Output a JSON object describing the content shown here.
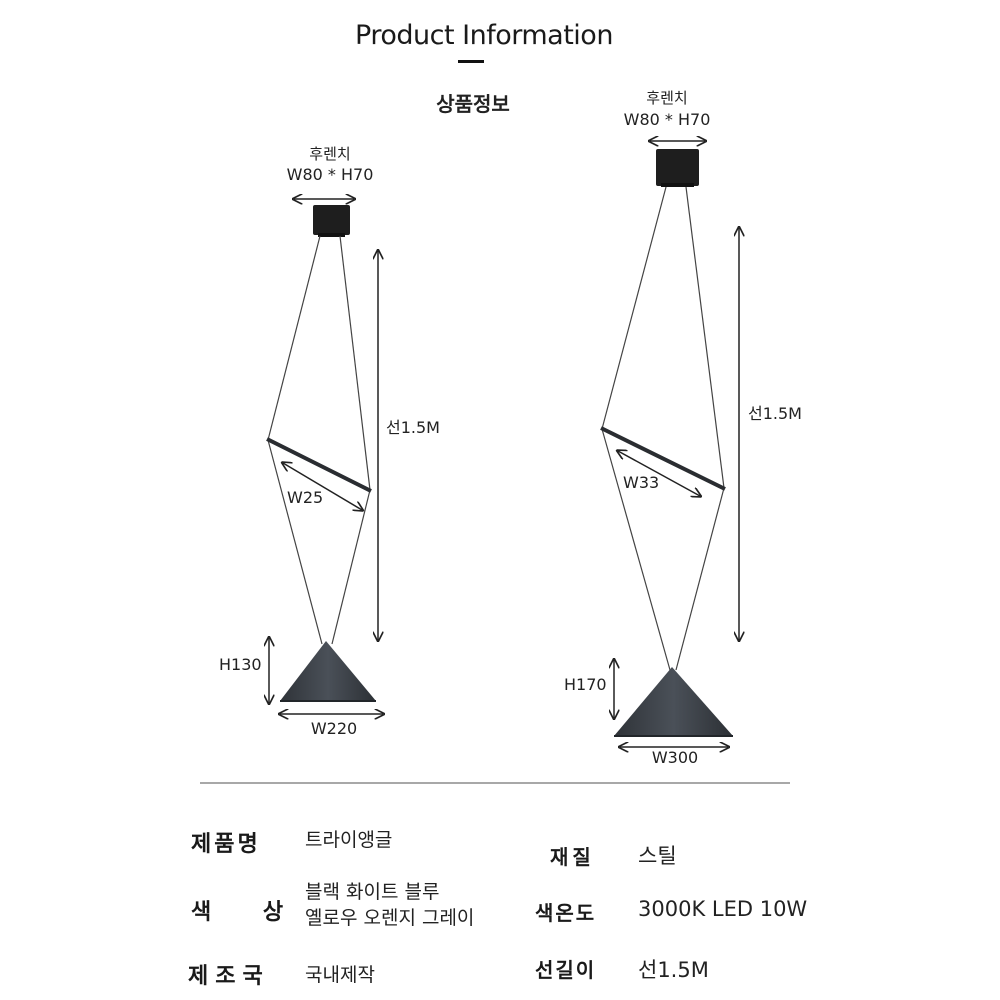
{
  "header": {
    "title": "Product Information",
    "subtitle": "상품정보"
  },
  "lamp_small": {
    "canopy_name": "후렌치",
    "canopy_size": "W80 * H70",
    "wire_length": "선1.5M",
    "bar_width": "W25",
    "shade_height": "H130",
    "shade_width": "W220"
  },
  "lamp_large": {
    "canopy_name": "후렌치",
    "canopy_size": "W80 * H70",
    "wire_length": "선1.5M",
    "bar_width": "W33",
    "shade_height": "H170",
    "shade_width": "W300"
  },
  "specs": {
    "product_name_label": "제품명",
    "product_name_value": "트라이앵글",
    "color_label": "색 상",
    "color_value_line1": "블랙 화이트 블루",
    "color_value_line2": "옐로우 오렌지 그레이",
    "origin_label": "제조국",
    "origin_value": "국내제작",
    "material_label": "재질",
    "material_value": "스틸",
    "color_temp_label": "색온도",
    "color_temp_value": "3000K LED 10W",
    "wire_label": "선길이",
    "wire_value": "선1.5M"
  },
  "colors": {
    "lamp_body": "#3a3f45",
    "canopy": "#1e1e1e",
    "divider": "#a8a8a8"
  }
}
